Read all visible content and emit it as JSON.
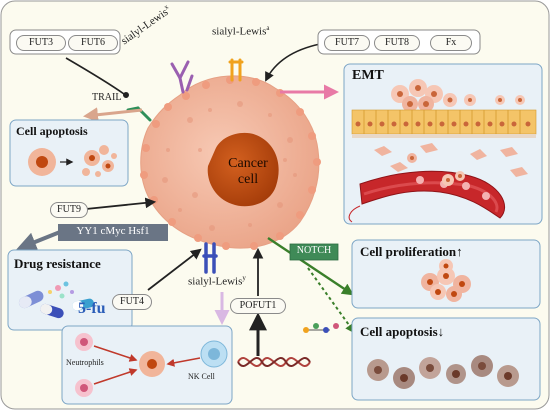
{
  "figure": {
    "enzymes_top_left": [
      "FUT3",
      "FUT6"
    ],
    "enzymes_top_right": [
      "FUT7",
      "FUT8",
      "Fx"
    ],
    "sialyl_lewis_x": "sialyl-Lewis",
    "sialyl_lewis_x_sup": "x",
    "sialyl_lewis_a": "sialyl-Lewis",
    "sialyl_lewis_a_sup": "a",
    "sialyl_lewis_y": "sialyl-Lewis",
    "sialyl_lewis_y_sup": "y",
    "trail": "TRAIL",
    "cancer_cell": [
      "Cancer",
      "cell"
    ],
    "fut9": "FUT9",
    "fut4": "FUT4",
    "pofut1": "POFUT1",
    "transcription_factors": "YY1  cMyc  Hsf1",
    "notch": "NOTCH",
    "panels": {
      "emt": "EMT",
      "apoptosis_left": "Cell  apoptosis",
      "drug_resistance": "Drug  resistance",
      "drug_name": "5-fu",
      "proliferation": "Cell  proliferation",
      "proliferation_arrow": "↑",
      "apoptosis_right": "Cell  apoptosis",
      "apoptosis_right_arrow": "↓",
      "neutrophils": "Neutrophils",
      "nk_cell": "NK Cell"
    },
    "colors": {
      "cancer_cell_body": "#f1b59a",
      "nucleus": "#c04810",
      "panel_fill": "#e9f1f7",
      "notch_box": "#3f8a57",
      "tf_box": "#6a7585",
      "emt_arrow": "#e87aa6",
      "trail_arrow": "#d9a58c",
      "green_arrow": "#3a7f2a",
      "drug_text": "#2b5db8"
    }
  }
}
